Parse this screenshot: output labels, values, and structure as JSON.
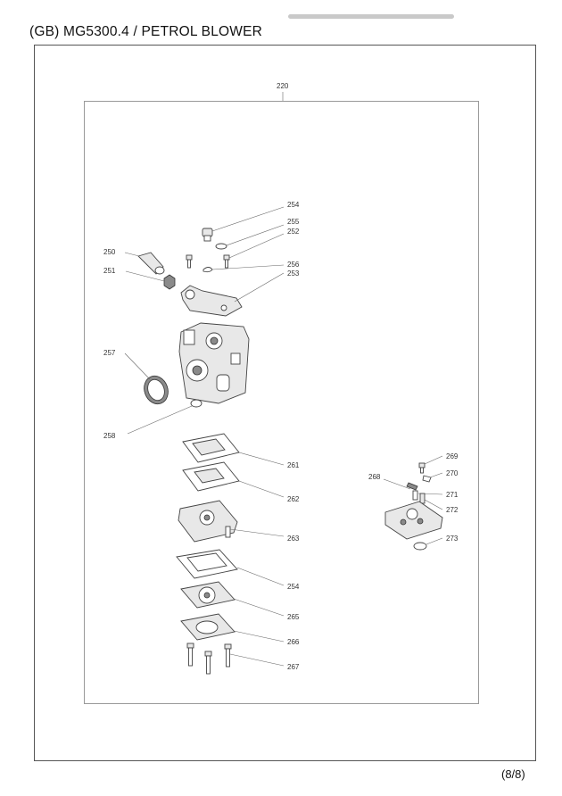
{
  "header": {
    "title": "(GB) MG5300.4 / PETROL BLOWER",
    "redacted_text": ""
  },
  "footer": {
    "page": "(8/8)"
  },
  "diagram": {
    "callouts": [
      {
        "id": "220",
        "label": "220"
      },
      {
        "id": "254a",
        "label": "254"
      },
      {
        "id": "255",
        "label": "255"
      },
      {
        "id": "252",
        "label": "252"
      },
      {
        "id": "250",
        "label": "250"
      },
      {
        "id": "256",
        "label": "256"
      },
      {
        "id": "251",
        "label": "251"
      },
      {
        "id": "253",
        "label": "253"
      },
      {
        "id": "257",
        "label": "257"
      },
      {
        "id": "258",
        "label": "258"
      },
      {
        "id": "261",
        "label": "261"
      },
      {
        "id": "262",
        "label": "262"
      },
      {
        "id": "263",
        "label": "263"
      },
      {
        "id": "254b",
        "label": "254"
      },
      {
        "id": "265",
        "label": "265"
      },
      {
        "id": "266",
        "label": "266"
      },
      {
        "id": "267",
        "label": "267"
      },
      {
        "id": "269",
        "label": "269"
      },
      {
        "id": "270",
        "label": "270"
      },
      {
        "id": "268",
        "label": "268"
      },
      {
        "id": "271",
        "label": "271"
      },
      {
        "id": "272",
        "label": "272"
      },
      {
        "id": "273",
        "label": "273"
      }
    ]
  }
}
